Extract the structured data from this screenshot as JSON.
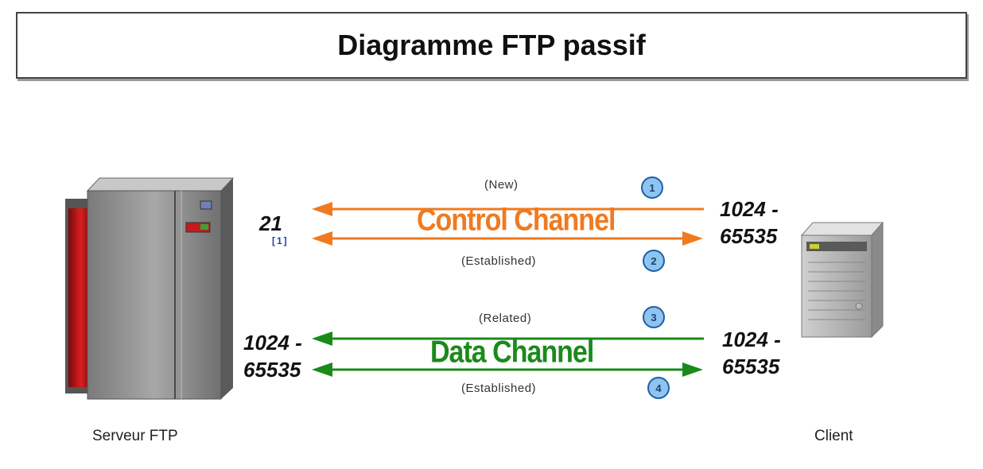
{
  "title": "Diagramme FTP passif",
  "server": {
    "label": "Serveur FTP",
    "control_port": "21",
    "control_note": "[1]",
    "data_port_line1": "1024 -",
    "data_port_line2": "65535"
  },
  "client": {
    "label": "Client",
    "control_port_line1": "1024 -",
    "control_port_line2": "65535",
    "data_port_line1": "1024 -",
    "data_port_line2": "65535"
  },
  "control_channel": {
    "label": "Control Channel",
    "color": "#f07a20",
    "step1_state": "(New)",
    "step1_num": "1",
    "step2_state": "(Established)",
    "step2_num": "2"
  },
  "data_channel": {
    "label": "Data Channel",
    "color": "#1a8a1a",
    "step3_state": "(Related)",
    "step3_num": "3",
    "step4_state": "(Established)",
    "step4_num": "4"
  },
  "colors": {
    "step_badge": "#8ec4ef",
    "step_border": "#1d5fa8",
    "server_body": "#8a8a8a",
    "server_red": "#d01818"
  }
}
